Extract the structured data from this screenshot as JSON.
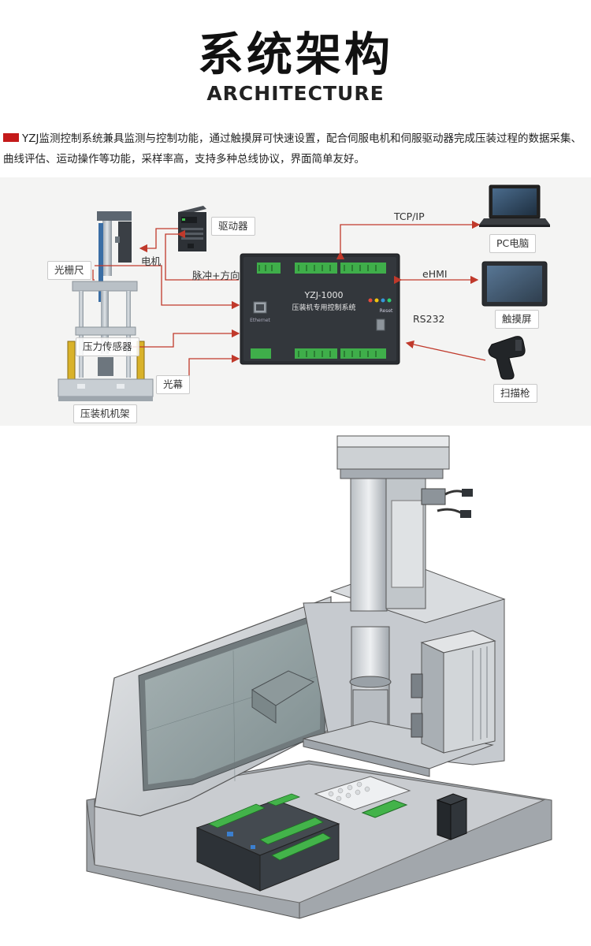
{
  "header": {
    "title_cn": "系统架构",
    "title_en": "ARCHITECTURE",
    "intro": "YZJ监测控制系统兼具监测与控制功能，通过触摸屏可快速设置，配合伺服电机和伺服驱动器完成压装过程的数据采集、曲线评估、运动操作等功能，采样率高，支持多种总线协议，界面简单友好。",
    "accent_color": "#c41a1a"
  },
  "diagram": {
    "labels": {
      "driver": "驱动器",
      "motor": "电机",
      "grating_ruler": "光栅尺",
      "pressure_sensor": "压力传感器",
      "light_curtain": "光幕",
      "press_frame": "压装机机架",
      "pulse_direction": "脉冲+方向",
      "tcp_ip": "TCP/IP",
      "ehmi": "eHMI",
      "rs232": "RS232",
      "pc": "PC电脑",
      "touch_screen": "触摸屏",
      "scanner": "扫描枪"
    },
    "controller": {
      "model": "YZJ-1000",
      "name": "压装机专用控制系统",
      "ethernet_label": "Ethernet",
      "reset_label": "Reset"
    },
    "arrow_color": "#c0392b"
  }
}
